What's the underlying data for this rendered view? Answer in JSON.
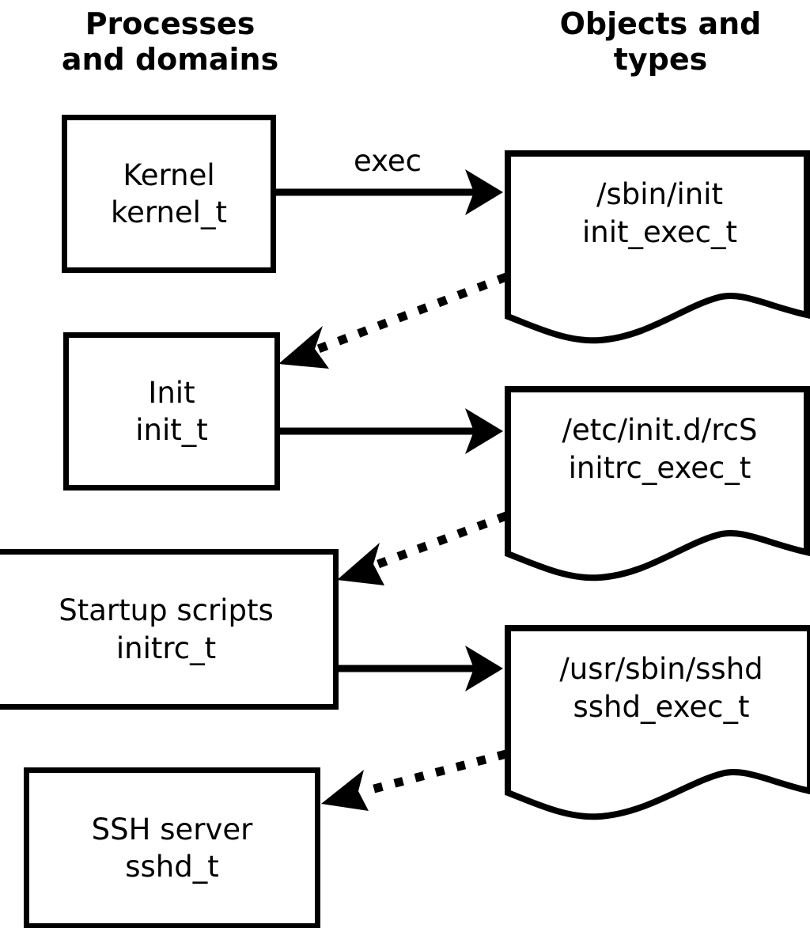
{
  "diagram": {
    "title_left": "Processes and domains",
    "title_right": "Objects and types",
    "headers": {
      "left": "Processes\nand domains",
      "right": "Objects and\ntypes"
    },
    "colors": {
      "stroke": "#000000",
      "background": "#ffffff",
      "text": "#000000"
    },
    "process_nodes": [
      {
        "id": "kernel",
        "name": "Kernel",
        "type": "kernel_t"
      },
      {
        "id": "init",
        "name": "Init",
        "type": "init_t"
      },
      {
        "id": "initrc",
        "name": "Startup scripts",
        "type": "initrc_t"
      },
      {
        "id": "sshd",
        "name": "SSH server",
        "type": "sshd_t"
      }
    ],
    "object_nodes": [
      {
        "id": "init_exec",
        "path": "/sbin/init",
        "type": "init_exec_t"
      },
      {
        "id": "initrc_exec",
        "path": "/etc/init.d/rcS",
        "type": "initrc_exec_t"
      },
      {
        "id": "sshd_exec",
        "path": "/usr/sbin/sshd",
        "type": "sshd_exec_t"
      }
    ],
    "edges": [
      {
        "id": "kernel-exec-init",
        "from": "kernel",
        "to": "init_exec",
        "label": "exec",
        "style": "solid"
      },
      {
        "id": "init_exec-transition-init",
        "from": "init_exec",
        "to": "init",
        "label": "",
        "style": "dotted"
      },
      {
        "id": "init-exec-initrc",
        "from": "init",
        "to": "initrc_exec",
        "label": "",
        "style": "solid"
      },
      {
        "id": "initrc_exec-transition-initrc",
        "from": "initrc_exec",
        "to": "initrc",
        "label": "",
        "style": "dotted"
      },
      {
        "id": "initrc-exec-sshd",
        "from": "initrc",
        "to": "sshd_exec",
        "label": "",
        "style": "solid"
      },
      {
        "id": "sshd_exec-transition-sshd",
        "from": "sshd_exec",
        "to": "sshd",
        "label": "",
        "style": "dotted"
      }
    ]
  }
}
